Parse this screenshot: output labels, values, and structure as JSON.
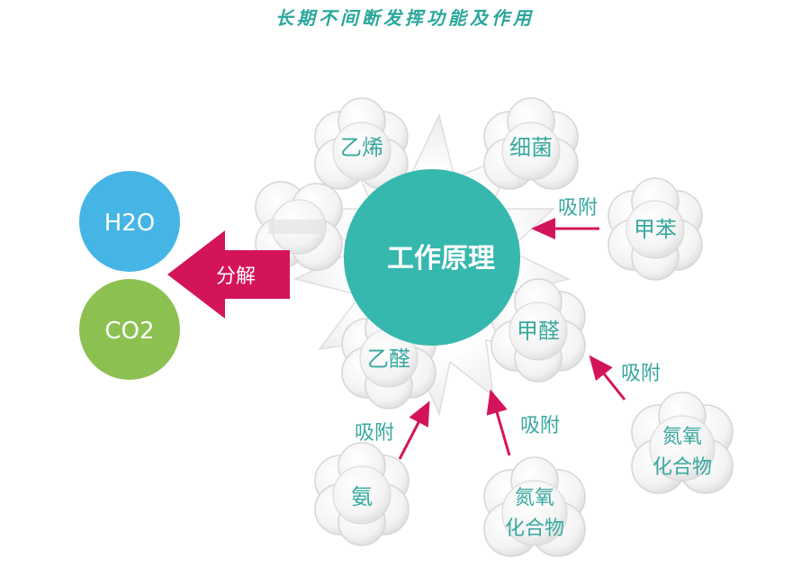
{
  "title": "长期不间断发挥功能及作用",
  "center": {
    "label": "工作原理"
  },
  "products": {
    "h2o": "H2O",
    "co2": "CO2"
  },
  "decompose_label": "分解",
  "adsorb_label": "吸附",
  "pollutants": {
    "ethylene": "乙烯",
    "bacteria": "细菌",
    "toluene": "甲苯",
    "formaldehyde": "甲醛",
    "acetaldehyde": "乙醛",
    "ammonia": "氨",
    "nox_line1": "氮氧",
    "nox_line2": "化合物"
  },
  "colors": {
    "title": "#2aa79b",
    "center": "#36b8ae",
    "h2o": "#45b5e6",
    "co2": "#8cc152",
    "arrow": "#d4145a",
    "text": "#37a8a0",
    "bubble_stroke": "#d6d6d6"
  }
}
